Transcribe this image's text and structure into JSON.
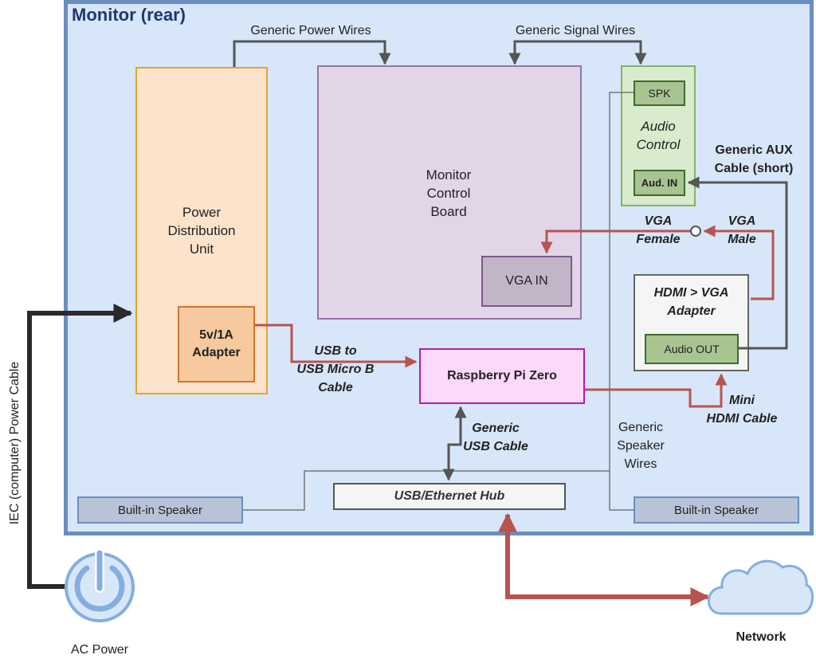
{
  "colors": {
    "monitor_fill": "#d7e6f8",
    "monitor_border": "#6c8ebf",
    "monitor_title": "#1c3a6b",
    "power_fill": "#fde3cb",
    "power_border": "#e2a52f",
    "adapter_fill": "#f6c99e",
    "adapter_border": "#d4742a",
    "board_fill": "#e2d5e8",
    "board_border": "#9673a6",
    "vga_in_fill": "#c3b5c8",
    "vga_in_border": "#7a5a86",
    "audio_fill": "#d8ebcc",
    "audio_border": "#82b366",
    "audio_port_fill": "#a7c491",
    "audio_port_border": "#3f6b2f",
    "pi_fill": "#fcd9fb",
    "pi_border": "#b21bb2",
    "hdmi_fill": "#f5f5f5",
    "hdmi_border": "#666666",
    "hub_fill": "#f5f5f5",
    "hub_border": "#555555",
    "speaker_fill": "#b9c3d8",
    "speaker_border": "#6c8ebf",
    "wire_gray": "#555555",
    "wire_red": "#b85450",
    "wire_black": "#2a2a2a",
    "icon_blue": "#85aee0",
    "icon_fill": "#d8e7f7"
  },
  "monitor": {
    "title": "Monitor (rear)"
  },
  "power_unit": {
    "label": "Power\nDistribution\nUnit"
  },
  "adapter": {
    "label": "5v/1A\nAdapter"
  },
  "control_board": {
    "label": "Monitor\nControl\nBoard"
  },
  "vga_in": {
    "label": "VGA IN"
  },
  "audio_control": {
    "label": "Audio\nControl",
    "spk": "SPK",
    "aud_in": "Aud. IN"
  },
  "raspberry_pi": {
    "label": "Raspberry Pi Zero"
  },
  "hdmi_adapter": {
    "label": "HDMI > VGA\nAdapter",
    "audio_out": "Audio OUT"
  },
  "hub": {
    "label": "USB/Ethernet Hub"
  },
  "speakers": {
    "left": "Built-in Speaker",
    "right": "Built-in Speaker"
  },
  "wire_labels": {
    "power": "Generic Power Wires",
    "signal": "Generic Signal Wires",
    "aux": "Generic AUX\nCable (short)",
    "vga_female": "VGA\nFemale",
    "vga_male": "VGA\nMale",
    "usb_micro": "USB to\nUSB Micro B\nCable",
    "mini_hdmi": "Mini\nHDMI Cable",
    "generic_usb": "Generic\nUSB Cable",
    "speaker_wires": "Generic\nSpeaker\nWires",
    "iec": "IEC (computer) Power Cable"
  },
  "external": {
    "ac_power": "AC Power",
    "network": "Network"
  }
}
